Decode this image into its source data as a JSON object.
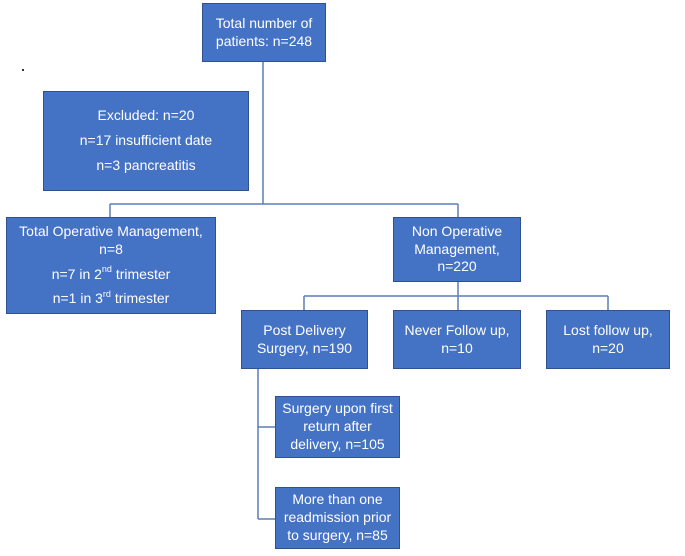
{
  "boxes": {
    "total": {
      "line1": "Total number of",
      "line2": "patients: n=248"
    },
    "excluded": {
      "line1": "Excluded: n=20",
      "line2": "n=17 insufficient date",
      "line3": "n=3 pancreatitis"
    },
    "operative": {
      "line1": "Total Operative Management,",
      "line2": "n=8",
      "line3_pre": "n=7 in 2",
      "line3_sup": "nd",
      "line3_post": " trimester",
      "line4_pre": "n=1 in 3",
      "line4_sup": "rd",
      "line4_post": " trimester"
    },
    "non_operative": {
      "line1": "Non Operative",
      "line2": "Management,",
      "line3": "n=220"
    },
    "post_delivery": {
      "line1": "Post Delivery",
      "line2": "Surgery, n=190"
    },
    "never_follow": {
      "line1": "Never Follow up,",
      "line2": "n=10"
    },
    "lost_follow": {
      "line1": "Lost follow up,",
      "line2": "n=20"
    },
    "first_return": {
      "line1": "Surgery upon first",
      "line2": "return after",
      "line3": "delivery, n=105"
    },
    "readmission": {
      "line1": "More than one",
      "line2": "readmission prior",
      "line3": "to surgery, n=85"
    }
  },
  "colors": {
    "box_fill": "#4472c4",
    "box_border": "#2f528f",
    "text": "#ffffff",
    "line": "#5b7db8"
  }
}
